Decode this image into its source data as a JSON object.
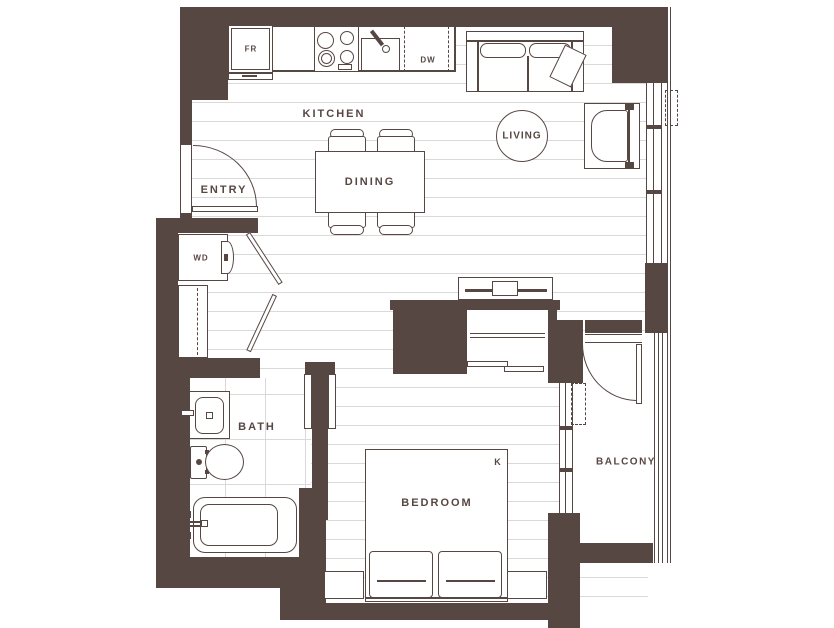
{
  "colors": {
    "wall": "#574743",
    "floorline": "#d9d9d9",
    "bg": "#ffffff"
  },
  "rooms": {
    "kitchen": "KITCHEN",
    "entry": "ENTRY",
    "dining": "DINING",
    "living": "LIVING",
    "bath": "BATH",
    "bedroom": "BEDROOM",
    "balcony": "BALCONY"
  },
  "fixtures": {
    "fridge": "FR",
    "dishwasher": "DW",
    "washer_dryer": "WD",
    "bed_size": "K"
  }
}
